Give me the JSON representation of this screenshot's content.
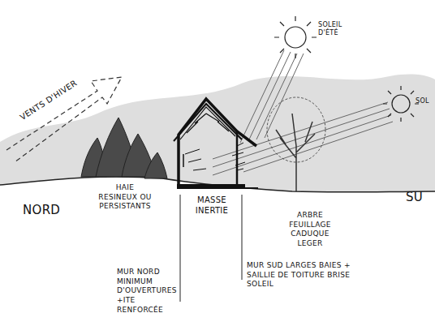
{
  "diagram": {
    "labels": [
      "VENTS D'HIVER",
      "SOLEIL D'ÉTÉ",
      "SOL",
      "HAIE RESINEUX OU PERSISTANTS",
      "NORD",
      "MASSE INERTIE",
      "ARBRE FEUILLAGE CADUQUE LEGER",
      "SU",
      "MUR NORD MINIMUM D'OUVERTURES +ITE RENFORCÉE",
      "MUR SUD LARGES BAIES + SAILLIE DE TOITURE BRISE SOLEIL"
    ]
  }
}
